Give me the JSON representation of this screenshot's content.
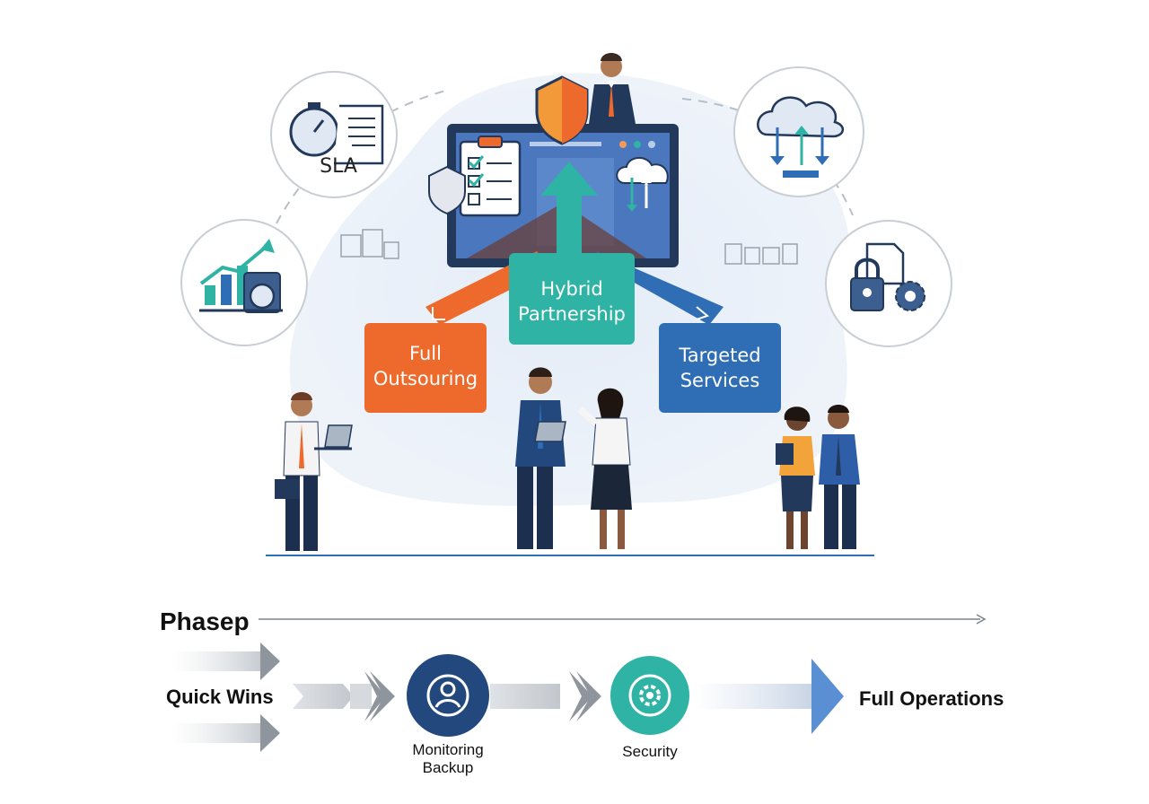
{
  "illustration": {
    "options": [
      {
        "label": "Full\nOutsouring",
        "color": "#ee6a2c"
      },
      {
        "label": "Hybrid\nPartnership",
        "color": "#2fb3a4"
      },
      {
        "label": "Targeted\nServices",
        "color": "#2f6db5"
      }
    ],
    "icons": [
      {
        "name": "sla-stopwatch-icon",
        "label": "SLA"
      },
      {
        "name": "growth-chart-icon"
      },
      {
        "name": "cloud-sync-icon"
      },
      {
        "name": "security-lock-icon"
      }
    ]
  },
  "timeline": {
    "title": "Phasep",
    "start_label": "Quick Wins",
    "milestones": [
      {
        "label": "Monitoring\nBackup",
        "icon": "user-circle-icon"
      },
      {
        "label": "Security",
        "icon": "gear-refresh-icon"
      }
    ],
    "end_label": "Full Operations"
  },
  "colors": {
    "navy": "#23487e",
    "orange": "#ee6a2c",
    "teal": "#2fb3a4",
    "blue": "#2f6db5",
    "gray_arrow": "#8e959c",
    "end_arrow": "#5b8fd4"
  }
}
